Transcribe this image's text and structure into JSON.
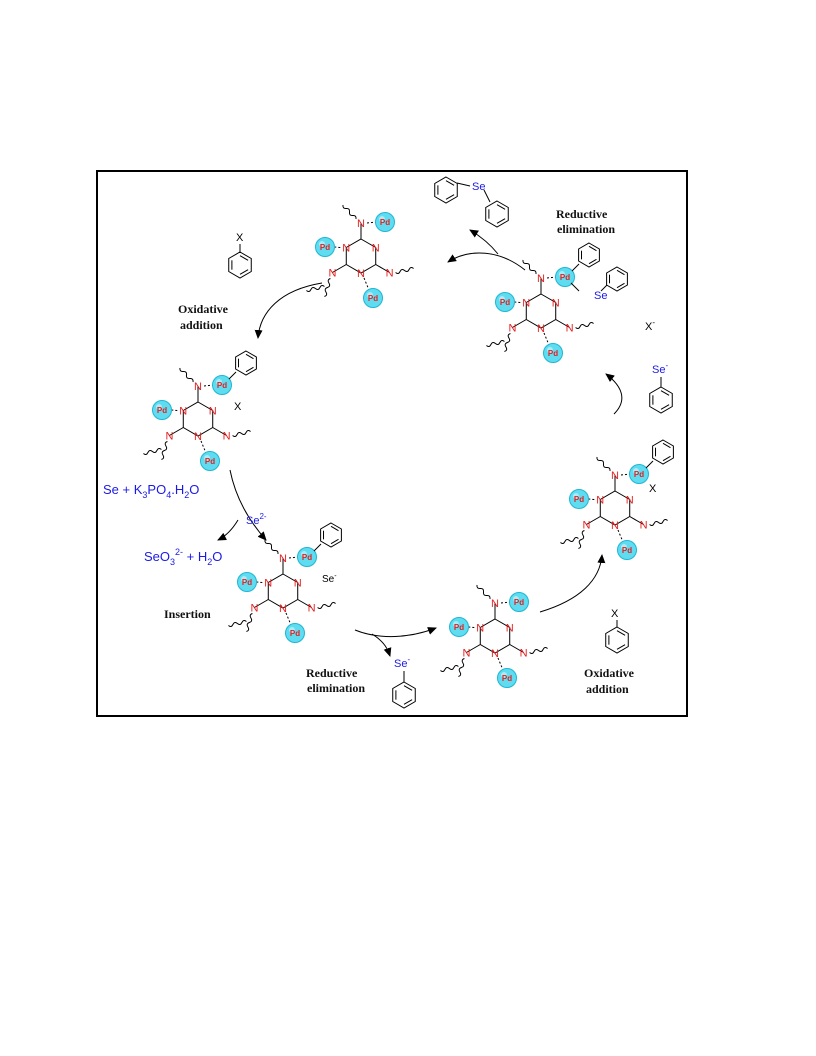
{
  "labels": {
    "reductive_elimination_top": [
      "Reductive",
      "elimination"
    ],
    "oxidative_addition_left": [
      "Oxidative",
      "addition"
    ],
    "insertion": "Insertion",
    "reductive_elimination_bottom": [
      "Reductive",
      "elimination"
    ],
    "oxidative_addition_bottom": [
      "Oxidative",
      "addition"
    ]
  },
  "reagents": {
    "se_k3po4": [
      "Se + K",
      "3",
      "PO",
      "4",
      ".H",
      "2",
      "O"
    ],
    "seo3_h2o": [
      "SeO",
      "3",
      "2-",
      " + H",
      "2",
      "O"
    ],
    "se2": [
      "Se",
      "2-"
    ],
    "se_minus": [
      "Se",
      "-"
    ],
    "x": "X",
    "x_minus": [
      "X",
      "-"
    ],
    "se": "Se"
  },
  "atoms": {
    "n": "N",
    "pd": "Pd"
  },
  "colors": {
    "pd_fill": "#5fdcf0",
    "pd_stroke": "#1fb6d4",
    "accent_blue": "#1a1ae6",
    "n_red": "#e61e1e"
  }
}
